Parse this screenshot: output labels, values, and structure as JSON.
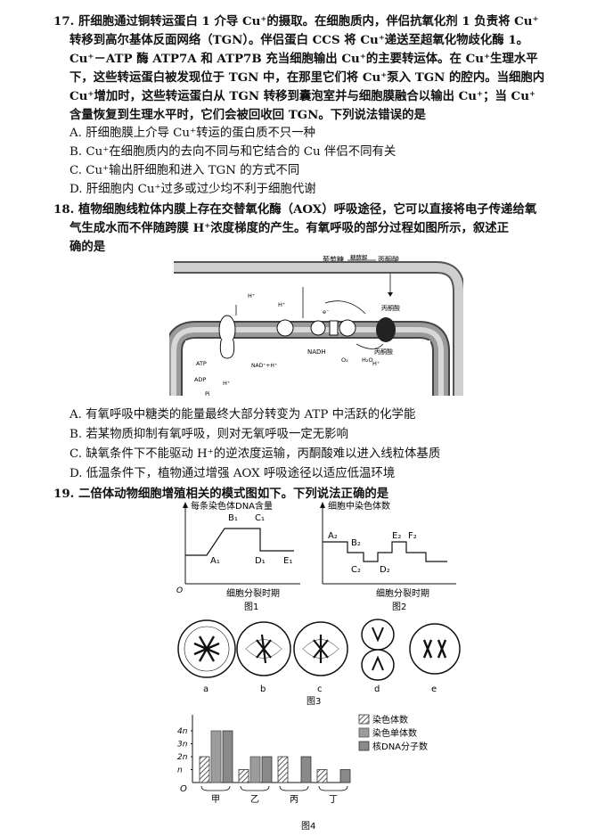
{
  "q17": {
    "lines": [
      "17. 肝细胞通过铜转运蛋白 1 介导 Cu⁺的摄取。在细胞质内，伴侣抗氧化剂 1 负责将 Cu⁺",
      "转移到高尔基体反面网络（TGN）。伴侣蛋白 CCS 将 Cu⁺递送至超氧化物歧化酶 1。",
      "Cu⁺－ATP 酶 ATP7A 和 ATP7B 充当细胞输出 Cu⁺的主要转运体。在 Cu⁺生理水平",
      "下，这些转运蛋白被发现位于 TGN 中，在那里它们将 Cu⁺泵入 TGN 的腔内。当细胞内",
      "Cu⁺增加时，这些转运蛋白从 TGN 转移到囊泡室并与细胞膜融合以输出 Cu⁺；当 Cu⁺",
      "含量恢复到生理水平时，它们会被回收回 TGN。下列说法错误的是"
    ],
    "options": [
      "A. 肝细胞膜上介导 Cu⁺转运的蛋白质不只一种",
      "B. Cu⁺在细胞质内的去向不同与和它结合的 Cu 伴侣不同有关",
      "C. Cu⁺输出肝细胞和进入 TGN 的方式不同",
      "D. 肝细胞内 Cu⁺过多或过少均不利于细胞代谢"
    ]
  },
  "q18": {
    "lines": [
      "18. 植物细胞线粒体内膜上存在交替氧化酶（AOX）呼吸途径，它可以直接将电子传递给氧",
      "气生成水而不伴随跨膜 H⁺浓度梯度的产生。有氧呼吸的部分过程如图所示，叙述正",
      "确的是"
    ],
    "figure": {
      "top_label_glucose": "葡萄糖",
      "top_label_arrow": "糖酵解",
      "top_label_pyruvate": "丙酮酸",
      "inner_pyruvate_1": "丙酮酸",
      "inner_pyruvate_2": "丙酮酸",
      "nadh": "NADH",
      "nad_h": "NAD⁺+H⁺",
      "atp": "ATP",
      "adp": "ADP",
      "pi": "Pi",
      "h_plus": "H⁺",
      "o2": "O₂",
      "h2o": "H₂O",
      "e_minus": "e⁻"
    },
    "options": [
      "A. 有氧呼吸中糖类的能量最终大部分转变为 ATP 中活跃的化学能",
      "B. 若某物质抑制有氧呼吸，则对无氧呼吸一定无影响",
      "C. 缺氧条件下不能驱动 H⁺的逆浓度运输，丙酮酸难以进入线粒体基质",
      "D. 低温条件下，植物通过增强 AOX 呼吸途径以适应低温环境"
    ]
  },
  "q19": {
    "stem": "19. 二倍体动物细胞增殖相关的模式图如下。下列说法正确的是",
    "fig1": {
      "ylabel": "每条染色体DNA含量",
      "xlabel": "细胞分裂时期",
      "caption": "图1",
      "origin": "O",
      "points": [
        "A₁",
        "B₁",
        "C₁",
        "D₁",
        "E₁"
      ]
    },
    "fig2": {
      "ylabel": "细胞中染色体数",
      "xlabel": "细胞分裂时期",
      "caption": "图2",
      "points": [
        "A₂",
        "B₂",
        "C₂",
        "D₂",
        "E₂",
        "F₂"
      ]
    },
    "fig3": {
      "caption": "图3",
      "cells": [
        "a",
        "b",
        "c",
        "d",
        "e"
      ]
    },
    "fig4": {
      "caption": "图4",
      "origin": "O",
      "y_ticks": [
        "4n",
        "3n",
        "2n",
        "n"
      ],
      "legend": [
        "染色体数",
        "染色单体数",
        "核DNA分子数"
      ],
      "chart_data": {
        "type": "bar",
        "categories": [
          "甲",
          "乙",
          "丙",
          "丁"
        ],
        "series": [
          {
            "name": "染色体数",
            "values": [
              2,
              1,
              2,
              1
            ]
          },
          {
            "name": "染色单体数",
            "values": [
              4,
              2,
              0,
              0
            ]
          },
          {
            "name": "核DNA分子数",
            "values": [
              4,
              2,
              2,
              1
            ]
          }
        ],
        "ylim": [
          0,
          4
        ],
        "unit": "n"
      }
    }
  }
}
